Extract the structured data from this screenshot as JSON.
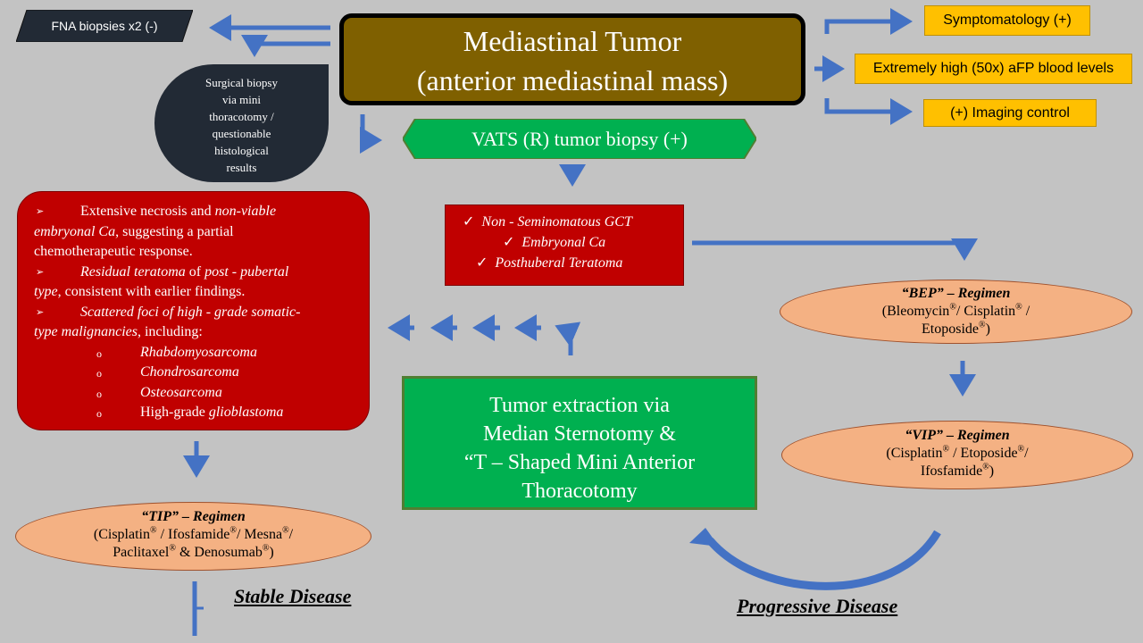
{
  "fna": {
    "text": "FNA biopsies x2 (-)",
    "color": "#222a35"
  },
  "tumor": {
    "line1": "Mediastinal Tumor",
    "line2": "(anterior mediastinal mass)",
    "color": "#7f6000"
  },
  "side_findings": {
    "symptoms": "Symptomatology (+)",
    "afp": "Extremely high (50x) aFP blood levels",
    "imaging": "(+) Imaging control"
  },
  "surgical_biopsy": {
    "lines": [
      "Surgical biopsy",
      "via mini",
      "thoracotomy /",
      "questionable",
      "histological",
      "results"
    ]
  },
  "vats": {
    "text": "VATS (R) tumor biopsy (+)",
    "color": "#00b050"
  },
  "histology": {
    "check": "✓",
    "items": [
      "Non - Seminomatous GCT",
      "Embryonal Ca",
      "Posthuberal Teratoma"
    ]
  },
  "findings": {
    "bullet": "➢",
    "sub_bullet": "o",
    "b1": {
      "t1": "Extensive necrosis and ",
      "t2": "non-viable",
      "t3": "embryonal Ca",
      "t4": ", suggesting a partial",
      "t5": "chemotherapeutic response."
    },
    "b2": {
      "t1": "Residual teratoma",
      "t2": " of ",
      "t3": "post - pubertal",
      "t4": "type",
      "t5": ", consistent with earlier findings."
    },
    "b3": {
      "t1": "Scattered foci of high - grade somatic-",
      "t2": "type malignancies",
      "t3": ", including:"
    },
    "subs": [
      "Rhabdomyosarcoma",
      "Chondrosarcoma",
      "Osteosarcoma"
    ],
    "glio": {
      "t1": "High-grade ",
      "t2": "glioblastoma"
    }
  },
  "extraction": {
    "lines": [
      "Tumor extraction via",
      "Median Sternotomy &",
      "“T – Shaped Mini Anterior",
      "Thoracotomy"
    ],
    "color": "#00b050"
  },
  "reg": "®",
  "bep": {
    "title": "“BEP” – Regimen",
    "l1a": "(Bleomycin",
    "l1b": "/ Cisplatin",
    "l1c": " /",
    "l2a": "Etoposide",
    "l2b": ")"
  },
  "vip": {
    "title": "“VIP” – Regimen",
    "l1a": "(Cisplatin",
    "l1b": " / Etoposide",
    "l1c": "/",
    "l2a": "Ifosfamide",
    "l2b": ")"
  },
  "tip": {
    "title": "“TIP” – Regimen",
    "l1a": "(Cisplatin",
    "l1b": " / Ifosfamide",
    "l1c": "/ Mesna",
    "l1d": "/",
    "l2a": "Paclitaxel",
    "l2b": " & Denosumab",
    "l2c": ")"
  },
  "outcomes": {
    "stable": "Stable Disease",
    "progressive": "Progressive Disease"
  },
  "colors": {
    "background": "#c3c3c3",
    "red_box": "#c00000",
    "yellow_box": "#ffc000",
    "ellipse": "#f4b183",
    "arrow": "#4472c4"
  }
}
